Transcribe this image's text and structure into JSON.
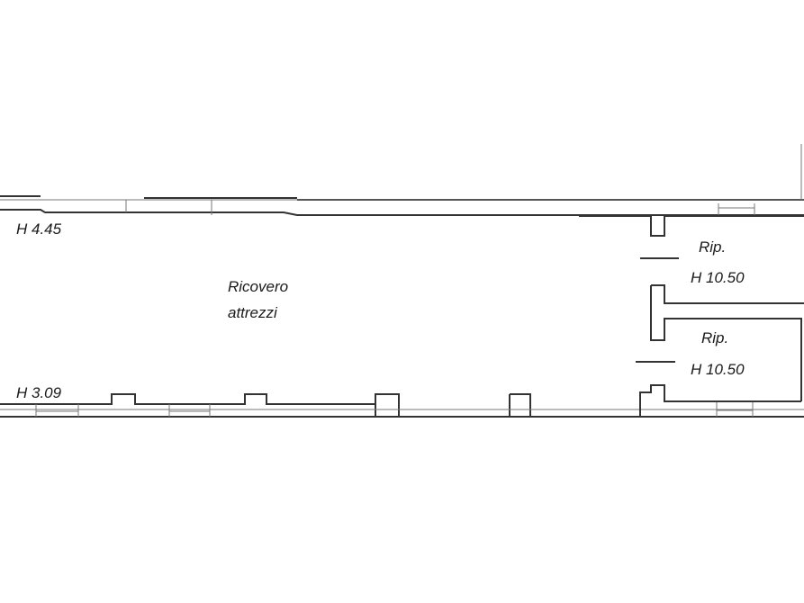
{
  "plan": {
    "main_room": {
      "name_line1": "Ricovero",
      "name_line2": "attrezzi"
    },
    "heights": {
      "top_left": "H 4.45",
      "bottom_left": "H 3.09"
    },
    "storage_rooms": [
      {
        "name": "Rip.",
        "height": "H 10.50"
      },
      {
        "name": "Rip.",
        "height": "H 10.50"
      }
    ]
  }
}
